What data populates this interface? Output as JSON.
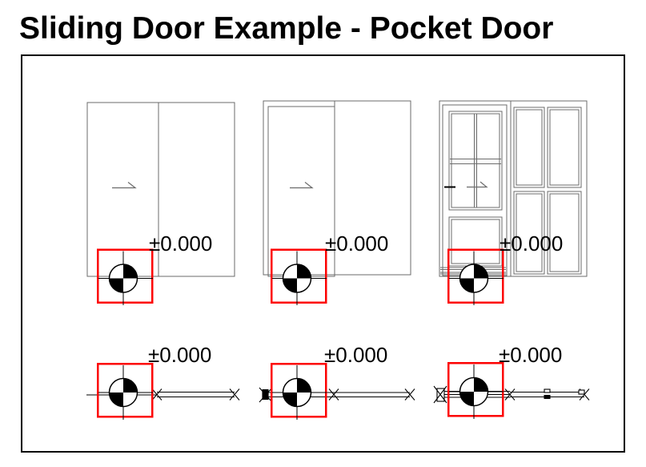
{
  "title": "Sliding Door Example - Pocket Door",
  "drawing": {
    "elevations": [
      {
        "level_label": "±0.000"
      },
      {
        "level_label": "±0.000"
      },
      {
        "level_label": "±0.000"
      }
    ],
    "plans": [
      {
        "level_label": "±0.000"
      },
      {
        "level_label": "±0.000"
      },
      {
        "level_label": "±0.000"
      }
    ]
  },
  "colors": {
    "door_line": "#6b6b6b",
    "marker_red": "#fd0202",
    "ink": "#000000"
  }
}
